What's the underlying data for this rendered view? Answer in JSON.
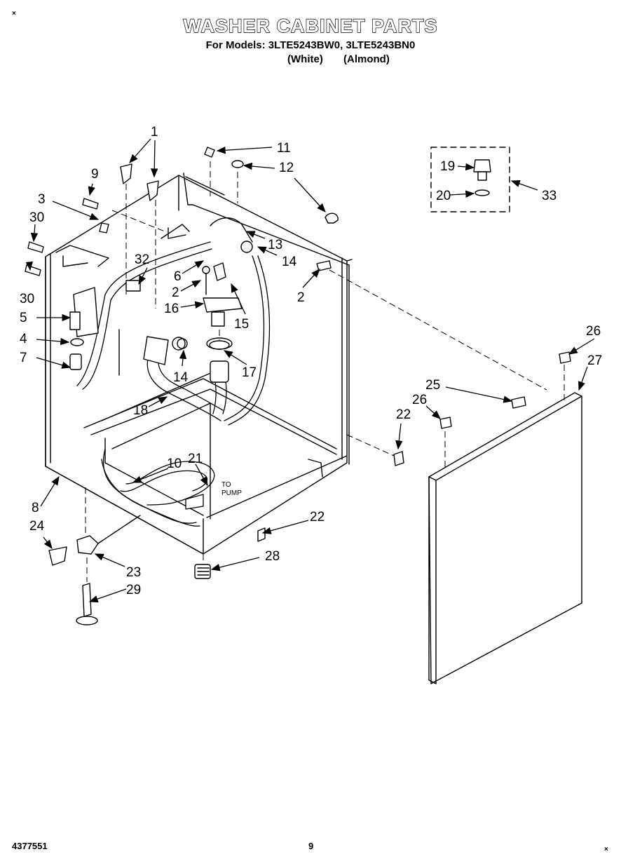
{
  "header": {
    "title": "WASHER CABINET PARTS",
    "subtitle": "For Models: 3LTE5243BW0, 3LTE5243BN0",
    "variant_white": "(White)",
    "variant_almond": "(Almond)"
  },
  "callouts": [
    "1",
    "9",
    "3",
    "30",
    "30",
    "5",
    "4",
    "7",
    "32",
    "6",
    "2",
    "16",
    "15",
    "17",
    "14",
    "18",
    "10",
    "21",
    "8",
    "24",
    "23",
    "29",
    "11",
    "12",
    "13",
    "14",
    "2",
    "22",
    "22",
    "28",
    "19",
    "20",
    "33",
    "26",
    "27",
    "25",
    "26"
  ],
  "pump_label": [
    "TO",
    "PUMP"
  ],
  "footer": {
    "part_number": "4377551",
    "page_number": "9"
  },
  "marks": {
    "corner": "×"
  }
}
